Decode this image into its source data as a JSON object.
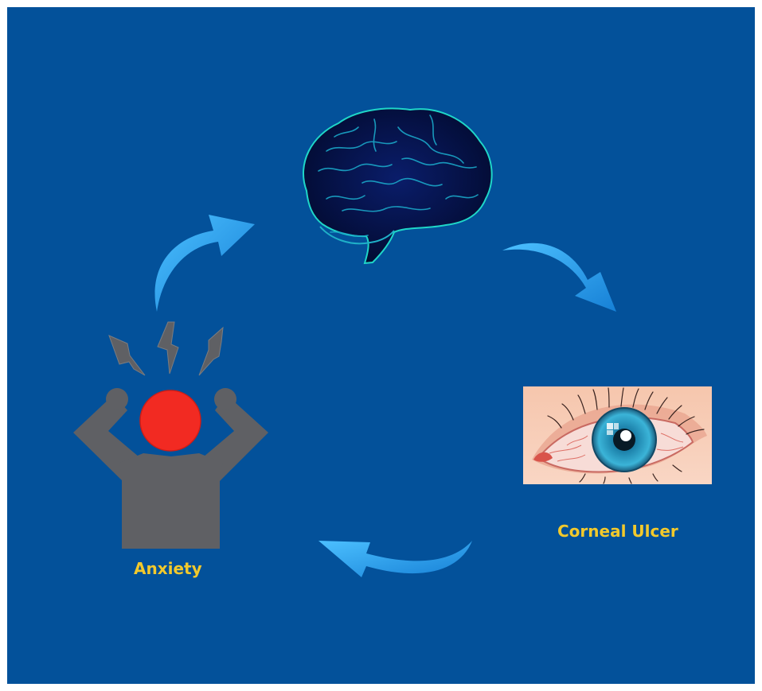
{
  "colors": {
    "background": "#03519a",
    "label_text": "#f2c92c",
    "arrow": "#27a6f0",
    "figure": "#5f6064",
    "head": "#f22a22"
  },
  "nodes": {
    "brain": {
      "icon": "brain-icon"
    },
    "anxiety": {
      "label": "Anxiety",
      "icon": "stressed-person-icon"
    },
    "corneal_ulcer": {
      "label": "Corneal Ulcer",
      "icon": "red-eye-icon"
    }
  },
  "arrows": [
    {
      "icon": "curved-arrow-icon",
      "from": "anxiety",
      "to": "brain"
    },
    {
      "icon": "curved-arrow-icon",
      "from": "brain",
      "to": "corneal_ulcer"
    },
    {
      "icon": "curved-arrow-icon",
      "from": "corneal_ulcer",
      "to": "anxiety"
    }
  ]
}
